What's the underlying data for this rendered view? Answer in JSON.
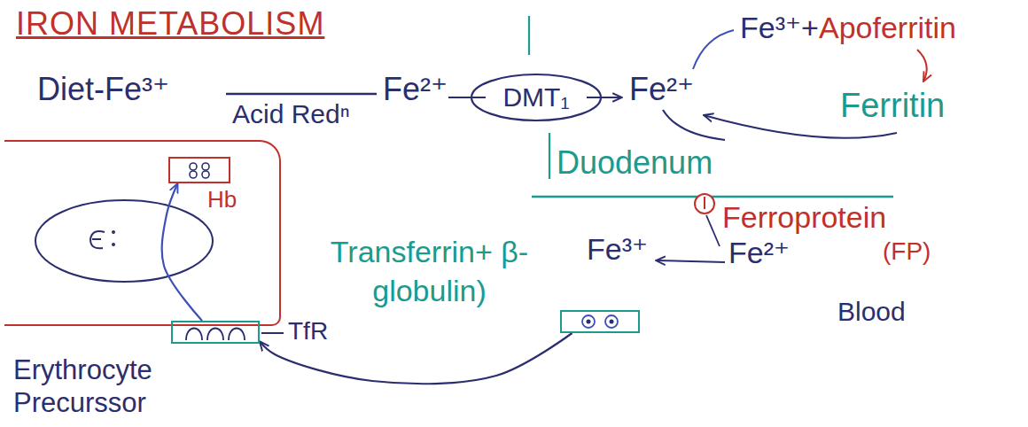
{
  "diagram": {
    "title": "IRON METABOLISM",
    "nodes": [
      {
        "text": [
          "DMT₁"
        ]
      },
      {
        "text": [
          "Erythrocyte Precurssor"
        ]
      },
      {
        "text": [
          "Hb"
        ],
        "in": 1
      },
      {
        "text": [
          "TfR"
        ],
        "in": 1
      },
      {
        "text": [
          "Transferrin+ β-globulin)"
        ]
      }
    ],
    "edges": [
      {
        "from": 4,
        "to": 3,
        "arrow": "to"
      },
      {
        "from": 3,
        "to": 2,
        "arrow": "to"
      }
    ],
    "labels": [
      "Diet-Fe³⁺",
      "Fe²⁺",
      "Fe²⁺",
      "Fe³⁺+",
      "Apoferritin",
      "Acid Redⁿ",
      "Ferritin",
      "Duodenum",
      "Ferroprotein",
      "Fe³⁺",
      "Fe²⁺",
      "(FP)",
      "Blood"
    ]
  }
}
